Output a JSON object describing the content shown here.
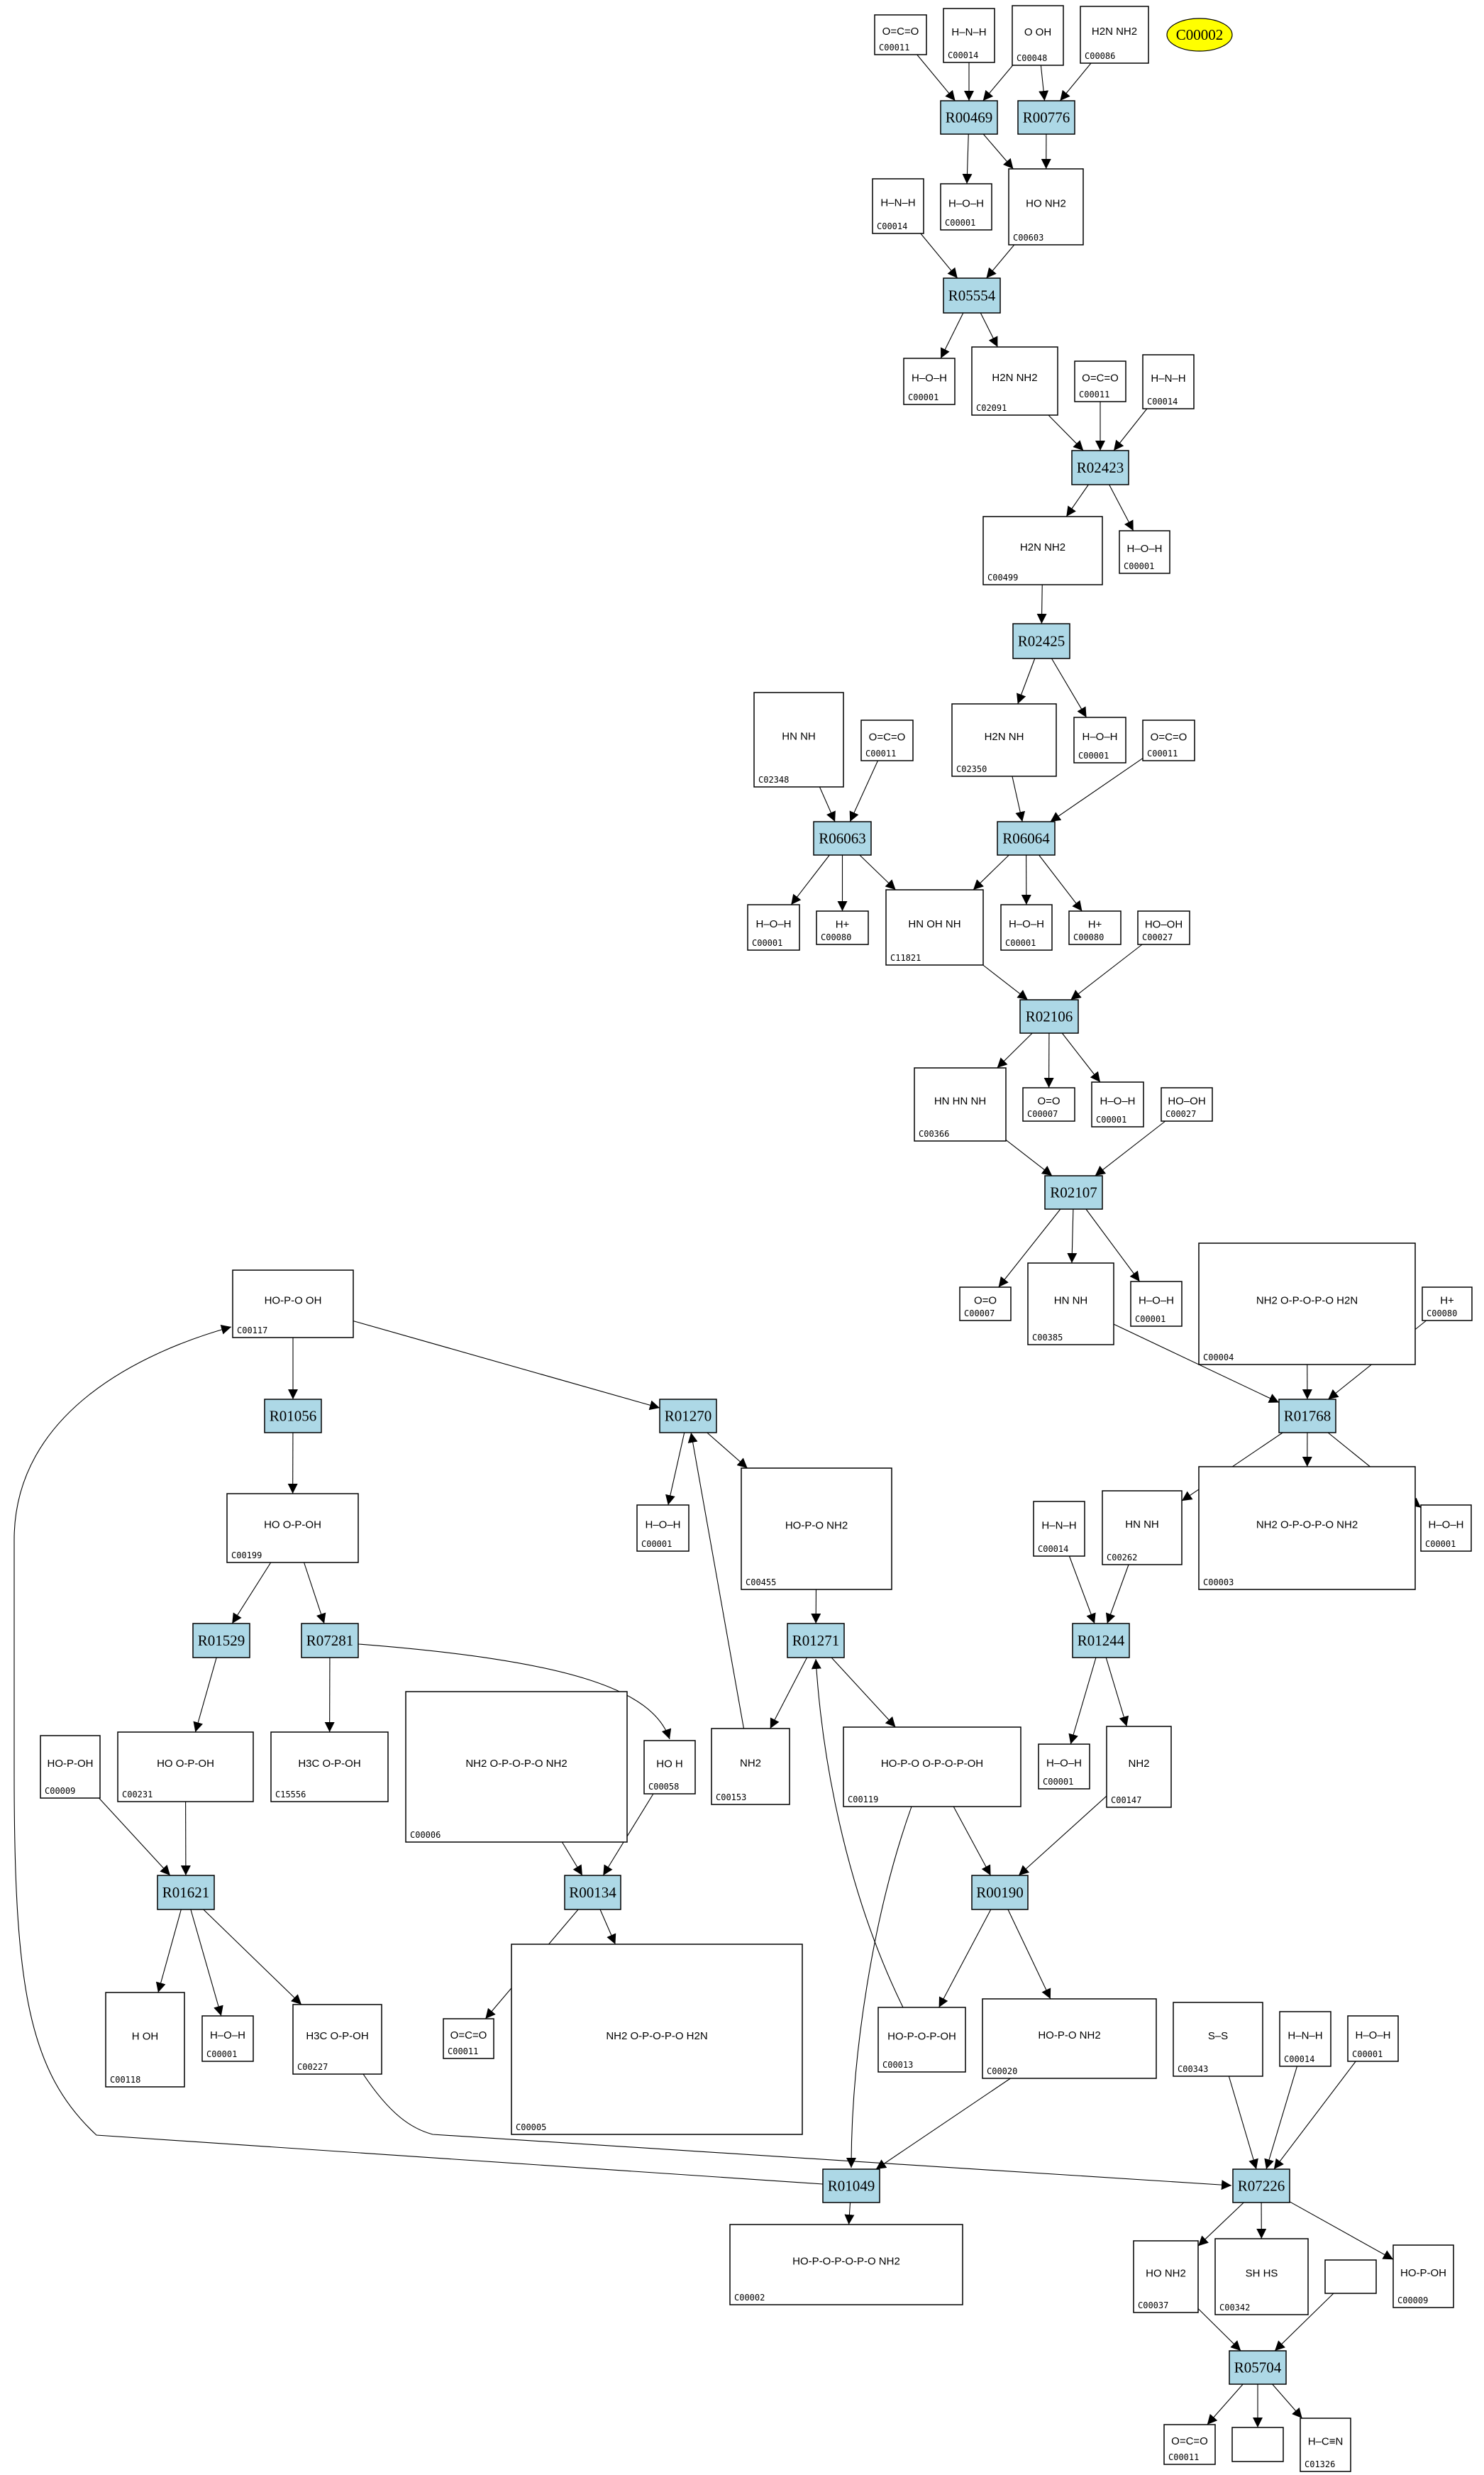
{
  "colors": {
    "reaction_fill": "#add8e6",
    "highlight_fill": "#ffff00",
    "stroke": "#000000"
  },
  "highlight": {
    "label": "C00002"
  },
  "nodes": [
    {
      "key": "a_c00011",
      "label": "C00011",
      "kind": "compound",
      "structure": "O=C=O"
    },
    {
      "key": "a_c00014",
      "label": "C00014",
      "kind": "compound",
      "structure": "H–N–H"
    },
    {
      "key": "a_c00048",
      "label": "C00048",
      "kind": "compound",
      "structure": "O OH"
    },
    {
      "key": "a_c00086",
      "label": "C00086",
      "kind": "compound",
      "structure": "H2N NH2"
    },
    {
      "key": "r00469",
      "label": "R00469",
      "kind": "reaction"
    },
    {
      "key": "r00776",
      "label": "R00776",
      "kind": "reaction"
    },
    {
      "key": "b_c00014",
      "label": "C00014",
      "kind": "compound",
      "structure": "H–N–H"
    },
    {
      "key": "a_c00001",
      "label": "C00001",
      "kind": "compound",
      "structure": "H–O–H"
    },
    {
      "key": "c00603",
      "label": "C00603",
      "kind": "compound",
      "structure": "HO NH2"
    },
    {
      "key": "r05554",
      "label": "R05554",
      "kind": "reaction"
    },
    {
      "key": "b_c00001",
      "label": "C00001",
      "kind": "compound",
      "structure": "H–O–H"
    },
    {
      "key": "c02091",
      "label": "C02091",
      "kind": "compound",
      "structure": "H2N NH2"
    },
    {
      "key": "b_c00011",
      "label": "C00011",
      "kind": "compound",
      "structure": "O=C=O"
    },
    {
      "key": "c_c00014",
      "label": "C00014",
      "kind": "compound",
      "structure": "H–N–H"
    },
    {
      "key": "r02423",
      "label": "R02423",
      "kind": "reaction"
    },
    {
      "key": "c00499",
      "label": "C00499",
      "kind": "compound",
      "structure": "H2N  NH2"
    },
    {
      "key": "c_c00001",
      "label": "C00001",
      "kind": "compound",
      "structure": "H–O–H"
    },
    {
      "key": "r02425",
      "label": "R02425",
      "kind": "reaction"
    },
    {
      "key": "c02348",
      "label": "C02348",
      "kind": "compound",
      "structure": "HN NH"
    },
    {
      "key": "c_c00011",
      "label": "C00011",
      "kind": "compound",
      "structure": "O=C=O"
    },
    {
      "key": "c02350",
      "label": "C02350",
      "kind": "compound",
      "structure": "H2N NH"
    },
    {
      "key": "d_c00001",
      "label": "C00001",
      "kind": "compound",
      "structure": "H–O–H"
    },
    {
      "key": "d_c00011",
      "label": "C00011",
      "kind": "compound",
      "structure": "O=C=O"
    },
    {
      "key": "r06063",
      "label": "R06063",
      "kind": "reaction"
    },
    {
      "key": "r06064",
      "label": "R06064",
      "kind": "reaction"
    },
    {
      "key": "e_c00001",
      "label": "C00001",
      "kind": "compound",
      "structure": "H–O–H"
    },
    {
      "key": "a_c00080",
      "label": "C00080",
      "kind": "compound",
      "structure": "H+"
    },
    {
      "key": "c11821",
      "label": "C11821",
      "kind": "compound",
      "structure": "HN OH NH"
    },
    {
      "key": "f_c00001",
      "label": "C00001",
      "kind": "compound",
      "structure": "H–O–H"
    },
    {
      "key": "b_c00080",
      "label": "C00080",
      "kind": "compound",
      "structure": "H+"
    },
    {
      "key": "a_c00027",
      "label": "C00027",
      "kind": "compound",
      "structure": "HO–OH"
    },
    {
      "key": "r02106",
      "label": "R02106",
      "kind": "reaction"
    },
    {
      "key": "c00366",
      "label": "C00366",
      "kind": "compound",
      "structure": "HN HN NH"
    },
    {
      "key": "a_c00007",
      "label": "C00007",
      "kind": "compound",
      "structure": "O=O"
    },
    {
      "key": "g_c00001",
      "label": "C00001",
      "kind": "compound",
      "structure": "H–O–H"
    },
    {
      "key": "b_c00027",
      "label": "C00027",
      "kind": "compound",
      "structure": "HO–OH"
    },
    {
      "key": "r02107",
      "label": "R02107",
      "kind": "reaction"
    },
    {
      "key": "b_c00007",
      "label": "C00007",
      "kind": "compound",
      "structure": "O=O"
    },
    {
      "key": "c00385",
      "label": "C00385",
      "kind": "compound",
      "structure": "HN NH"
    },
    {
      "key": "h_c00001",
      "label": "C00001",
      "kind": "compound",
      "structure": "H–O–H"
    },
    {
      "key": "c00004",
      "label": "C00004",
      "kind": "compound",
      "structure": "NH2   O-P-O-P-O   H2N"
    },
    {
      "key": "c_c00080",
      "label": "C00080",
      "kind": "compound",
      "structure": "H+"
    },
    {
      "key": "r01768",
      "label": "R01768",
      "kind": "reaction"
    },
    {
      "key": "d_c00014",
      "label": "C00014",
      "kind": "compound",
      "structure": "H–N–H"
    },
    {
      "key": "c00262",
      "label": "C00262",
      "kind": "compound",
      "structure": "HN NH"
    },
    {
      "key": "c00003",
      "label": "C00003",
      "kind": "compound",
      "structure": "NH2   O-P-O-P-O   NH2"
    },
    {
      "key": "i_c00001",
      "label": "C00001",
      "kind": "compound",
      "structure": "H–O–H"
    },
    {
      "key": "c00117",
      "label": "C00117",
      "kind": "compound",
      "structure": "HO-P-O   OH"
    },
    {
      "key": "r01056",
      "label": "R01056",
      "kind": "reaction"
    },
    {
      "key": "r01270",
      "label": "R01270",
      "kind": "reaction"
    },
    {
      "key": "c00199",
      "label": "C00199",
      "kind": "compound",
      "structure": "HO   O-P-OH"
    },
    {
      "key": "k_c00001",
      "label": "C00001",
      "kind": "compound",
      "structure": "H–O–H"
    },
    {
      "key": "c00455",
      "label": "C00455",
      "kind": "compound",
      "structure": "HO-P-O   NH2"
    },
    {
      "key": "r01529",
      "label": "R01529",
      "kind": "reaction"
    },
    {
      "key": "r07281",
      "label": "R07281",
      "kind": "reaction"
    },
    {
      "key": "r01271",
      "label": "R01271",
      "kind": "reaction"
    },
    {
      "key": "r01244",
      "label": "R01244",
      "kind": "reaction"
    },
    {
      "key": "a_c00009",
      "label": "C00009",
      "kind": "compound",
      "structure": "HO-P-OH"
    },
    {
      "key": "c00231",
      "label": "C00231",
      "kind": "compound",
      "structure": "HO   O-P-OH"
    },
    {
      "key": "c15556",
      "label": "C15556",
      "kind": "compound",
      "structure": "H3C   O-P-OH"
    },
    {
      "key": "c00006",
      "label": "C00006",
      "kind": "compound",
      "structure": "NH2  O-P-O-P-O  NH2"
    },
    {
      "key": "c00058",
      "label": "C00058",
      "kind": "compound",
      "structure": "HO H"
    },
    {
      "key": "c00153",
      "label": "C00153",
      "kind": "compound",
      "structure": "NH2"
    },
    {
      "key": "c00119",
      "label": "C00119",
      "kind": "compound",
      "structure": "HO-P-O   O-P-O-P-OH"
    },
    {
      "key": "j_c00001",
      "label": "C00001",
      "kind": "compound",
      "structure": "H–O–H"
    },
    {
      "key": "c00147",
      "label": "C00147",
      "kind": "compound",
      "structure": "NH2"
    },
    {
      "key": "r01621",
      "label": "R01621",
      "kind": "reaction"
    },
    {
      "key": "r00134",
      "label": "R00134",
      "kind": "reaction"
    },
    {
      "key": "r00190",
      "label": "R00190",
      "kind": "reaction"
    },
    {
      "key": "c00118",
      "label": "C00118",
      "kind": "compound",
      "structure": "H OH"
    },
    {
      "key": "l_c00001",
      "label": "C00001",
      "kind": "compound",
      "structure": "H–O–H"
    },
    {
      "key": "c00227",
      "label": "C00227",
      "kind": "compound",
      "structure": "H3C O-P-OH"
    },
    {
      "key": "e_c00011",
      "label": "C00011",
      "kind": "compound",
      "structure": "O=C=O"
    },
    {
      "key": "c00005",
      "label": "C00005",
      "kind": "compound",
      "structure": "NH2   O-P-O-P-O   H2N"
    },
    {
      "key": "c00013",
      "label": "C00013",
      "kind": "compound",
      "structure": "HO-P-O-P-OH"
    },
    {
      "key": "c00020",
      "label": "C00020",
      "kind": "compound",
      "structure": "HO-P-O   NH2"
    },
    {
      "key": "c00343",
      "label": "C00343",
      "kind": "compound",
      "structure": "S–S"
    },
    {
      "key": "e_c00014",
      "label": "C00014",
      "kind": "compound",
      "structure": "H–N–H"
    },
    {
      "key": "m_c00001",
      "label": "C00001",
      "kind": "compound",
      "structure": "H–O–H"
    },
    {
      "key": "r01049",
      "label": "R01049",
      "kind": "reaction"
    },
    {
      "key": "r07226",
      "label": "R07226",
      "kind": "reaction"
    },
    {
      "key": "c00002",
      "label": "C00002",
      "kind": "compound",
      "structure": "HO-P-O-P-O-P-O   NH2"
    },
    {
      "key": "c00037",
      "label": "C00037",
      "kind": "compound",
      "structure": "HO  NH2"
    },
    {
      "key": "c00342",
      "label": "C00342",
      "kind": "compound",
      "structure": "SH  HS"
    },
    {
      "key": "blank1",
      "label": "",
      "kind": "compound"
    },
    {
      "key": "b_c00009",
      "label": "C00009",
      "kind": "compound",
      "structure": "HO-P-OH"
    },
    {
      "key": "r05704",
      "label": "R05704",
      "kind": "reaction"
    },
    {
      "key": "f_c00011",
      "label": "C00011",
      "kind": "compound",
      "structure": "O=C=O"
    },
    {
      "key": "blank2",
      "label": "",
      "kind": "compound"
    },
    {
      "key": "c01326",
      "label": "C01326",
      "kind": "compound",
      "structure": "H–C≡N"
    }
  ],
  "edges": [
    [
      "a_c00011",
      "r00469"
    ],
    [
      "a_c00014",
      "r00469"
    ],
    [
      "a_c00048",
      "r00469"
    ],
    [
      "a_c00048",
      "r00776"
    ],
    [
      "a_c00086",
      "r00776"
    ],
    [
      "r00469",
      "a_c00001"
    ],
    [
      "r00469",
      "c00603"
    ],
    [
      "r00776",
      "c00603"
    ],
    [
      "b_c00014",
      "r05554"
    ],
    [
      "c00603",
      "r05554"
    ],
    [
      "r05554",
      "b_c00001"
    ],
    [
      "r05554",
      "c02091"
    ],
    [
      "c02091",
      "r02423"
    ],
    [
      "b_c00011",
      "r02423"
    ],
    [
      "c_c00014",
      "r02423"
    ],
    [
      "r02423",
      "c00499"
    ],
    [
      "r02423",
      "c_c00001"
    ],
    [
      "c00499",
      "r02425"
    ],
    [
      "r02425",
      "c02350"
    ],
    [
      "r02425",
      "d_c00001"
    ],
    [
      "c02348",
      "r06063"
    ],
    [
      "c_c00011",
      "r06063"
    ],
    [
      "c02350",
      "r06064"
    ],
    [
      "d_c00011",
      "r06064"
    ],
    [
      "r06063",
      "e_c00001"
    ],
    [
      "r06063",
      "a_c00080"
    ],
    [
      "r06063",
      "c11821"
    ],
    [
      "r06064",
      "c11821"
    ],
    [
      "r06064",
      "f_c00001"
    ],
    [
      "r06064",
      "b_c00080"
    ],
    [
      "c11821",
      "r02106"
    ],
    [
      "a_c00027",
      "r02106"
    ],
    [
      "r02106",
      "c00366"
    ],
    [
      "r02106",
      "a_c00007"
    ],
    [
      "r02106",
      "g_c00001"
    ],
    [
      "c00366",
      "r02107"
    ],
    [
      "b_c00027",
      "r02107"
    ],
    [
      "r02107",
      "b_c00007"
    ],
    [
      "r02107",
      "c00385"
    ],
    [
      "r02107",
      "h_c00001"
    ],
    [
      "c00385",
      "r01768"
    ],
    [
      "c00004",
      "r01768"
    ],
    [
      "c_c00080",
      "r01768"
    ],
    [
      "r01768",
      "c00262"
    ],
    [
      "r01768",
      "c00003"
    ],
    [
      "r01768",
      "i_c00001"
    ],
    [
      "d_c00014",
      "r01244"
    ],
    [
      "c00262",
      "r01244"
    ],
    [
      "r01244",
      "j_c00001"
    ],
    [
      "r01244",
      "c00147"
    ],
    [
      "c00117",
      "r01056"
    ],
    [
      "c00117",
      "r01270"
    ],
    [
      "r01270",
      "k_c00001"
    ],
    [
      "r01270",
      "c00455"
    ],
    [
      "c00153",
      "r01270"
    ],
    [
      "c00455",
      "r01271"
    ],
    [
      "r01271",
      "c00153"
    ],
    [
      "r01271",
      "c00119"
    ],
    [
      "c00013",
      "r01271"
    ],
    [
      "r01056",
      "c00199"
    ],
    [
      "c00199",
      "r01529"
    ],
    [
      "c00199",
      "r07281"
    ],
    [
      "r01529",
      "c00231"
    ],
    [
      "r07281",
      "c15556"
    ],
    [
      "r07281",
      "c00058"
    ],
    [
      "a_c00009",
      "r01621"
    ],
    [
      "c00231",
      "r01621"
    ],
    [
      "c00006",
      "r00134"
    ],
    [
      "c00058",
      "r00134"
    ],
    [
      "r00134",
      "e_c00011"
    ],
    [
      "r00134",
      "c00005"
    ],
    [
      "r01621",
      "c00118"
    ],
    [
      "r01621",
      "l_c00001"
    ],
    [
      "r01621",
      "c00227"
    ],
    [
      "c00119",
      "r00190"
    ],
    [
      "c00147",
      "r00190"
    ],
    [
      "r00190",
      "c00013"
    ],
    [
      "r00190",
      "c00020"
    ],
    [
      "c00119",
      "r01049"
    ],
    [
      "c00020",
      "r01049"
    ],
    [
      "r01049",
      "c00002"
    ],
    [
      "r01049",
      "c00117"
    ],
    [
      "c00227",
      "r07226"
    ],
    [
      "c00343",
      "r07226"
    ],
    [
      "e_c00014",
      "r07226"
    ],
    [
      "m_c00001",
      "r07226"
    ],
    [
      "r07226",
      "c00037"
    ],
    [
      "r07226",
      "c00342"
    ],
    [
      "r07226",
      "b_c00009"
    ],
    [
      "c00037",
      "r05704"
    ],
    [
      "blank1",
      "r05704"
    ],
    [
      "r05704",
      "f_c00011"
    ],
    [
      "r05704",
      "blank2"
    ],
    [
      "r05704",
      "c01326"
    ]
  ]
}
